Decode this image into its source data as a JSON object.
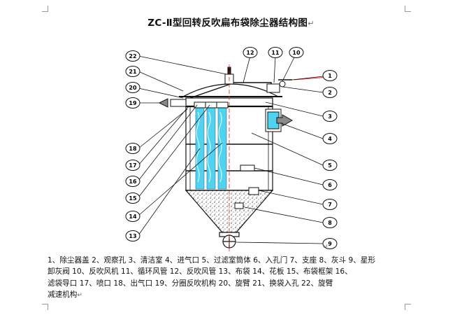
{
  "title": "ZC-Ⅱ型回转反吹扁布袋除尘器结构图",
  "paragraph_mark": "↵",
  "callouts": [
    "1",
    "2",
    "3",
    "4",
    "5",
    "6",
    "7",
    "8",
    "9",
    "10",
    "11",
    "12",
    "13",
    "14",
    "15",
    "16",
    "17",
    "18",
    "19",
    "20",
    "21",
    "22"
  ],
  "legend_lines": [
    "1、除尘器盖   2、观察孔   3、清洁室   4、进气口   5、过滤室筒体   6、入孔门   7、支座   8、灰斗   9、星形",
    "卸灰阀     10、反吹风机    11、循环风管    12、反吹风管    13、布袋    14、花板    15、布袋框架    16、",
    "滤袋导口     17、喷口          18、出气口    19、分圈反吹机构    20、旋臂     21、换袋入孔     22、旋臂",
    "减速机构"
  ],
  "colors": {
    "cyan_bag": "#4fd3f0",
    "red_marker": "#e02020",
    "line": "#111111",
    "arrow_fill": "#8a8a8a"
  }
}
